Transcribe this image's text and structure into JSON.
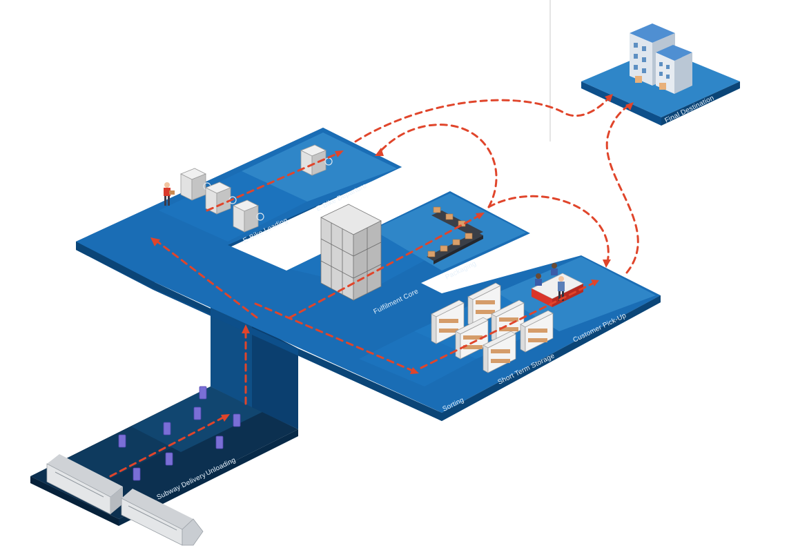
{
  "zones": {
    "subway_delivery": "Subway Delivery",
    "unloading": "Unloading",
    "sorting": "Sorting",
    "short_term_storage": "Short Term Storage",
    "customer_pickup": "Customer Pick-Up",
    "fulfilment_core": "Fulfilment Core",
    "packaging": "Packaging",
    "ebike_loading": "E-Bike Loading",
    "ebike_departure": "E-Bike Departure",
    "final_destination": "Final Destination"
  },
  "colors": {
    "platform_top": "#1a6db5",
    "platform_side": "#0d4f8a",
    "platform_dark": "#0a3a66",
    "flow_arrow": "#e0452b",
    "zone_highlight": "#2f86c8"
  },
  "icons": {
    "train": "subway-train-icon",
    "parcel": "purple-parcel-icon",
    "shelf": "storage-shelf-icon",
    "robot_rack": "automated-storage-rack-icon",
    "conveyor": "conveyor-belt-icon",
    "ebike": "cargo-ebike-icon",
    "counter": "pickup-counter-icon",
    "building": "destination-building-icon"
  }
}
